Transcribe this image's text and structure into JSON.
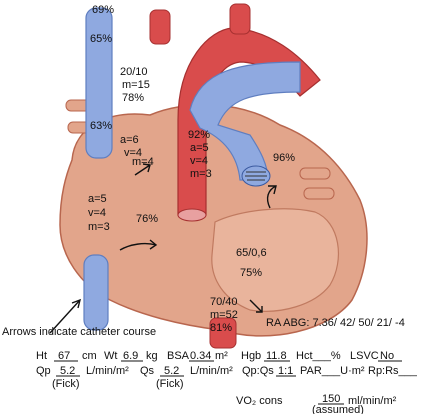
{
  "svc_top_sat": "69%",
  "svc_mid_sat": "65%",
  "innominate_pressure": "20/10",
  "innominate_mean": "m=15",
  "innominate_sat": "78%",
  "ra_upper_sat": "63%",
  "la_a": "a=6",
  "la_v": "v=4",
  "la_m": "m=4",
  "pv_sat": "92%",
  "pv_a": "a=5",
  "pv_v": "v=4",
  "pv_m": "m=3",
  "lpa_sat": "96%",
  "ra_a": "a=5",
  "ra_v": "v=4",
  "ra_m": "m=3",
  "ra_sat": "76%",
  "lv_pressure": "65/0,6",
  "lv_sat": "75%",
  "ao_pressure": "70/40",
  "ao_mean": "m=52",
  "ao_sat": "81%",
  "ra_abg": "RA ABG: 7.36/ 42/ 50/ 21/ -4",
  "arrows_note": "Arrows indicate catheter course",
  "ht_label": "Ht",
  "ht_value": "67",
  "ht_unit": "cm",
  "wt_label": "Wt",
  "wt_value": "6.9",
  "wt_unit": "kg",
  "bsa_label": "BSA",
  "bsa_value": "0.34",
  "bsa_unit": "m²",
  "hgb_label": "Hgb",
  "hgb_value": "11.8",
  "hct_label": "Hct___%",
  "lsvc_label": "LSVC",
  "lsvc_value": "No",
  "qp_label": "Qp",
  "qp_value": "5.2",
  "qp_unit": "L/min/m²",
  "qs_label": "Qs",
  "qs_value": "5.2",
  "qs_unit": "L/min/m²",
  "qpqs_label": "Qp:Qs",
  "qpqs_value": "1:1",
  "par_label": "PAR___U·m²",
  "rprs_label": "Rp:Rs___",
  "fick1": "(Fick)",
  "fick2": "(Fick)",
  "vo2_label": "VO₂ cons",
  "vo2_value": "150",
  "vo2_unit": "ml/min/m²",
  "assumed": "(assumed)",
  "colors": {
    "heart": "#e2a58b",
    "heart_edge": "#b8664e",
    "artery": "#d94c4c",
    "vein": "#8fa9e0",
    "vein_edge": "#5f7ec0"
  }
}
